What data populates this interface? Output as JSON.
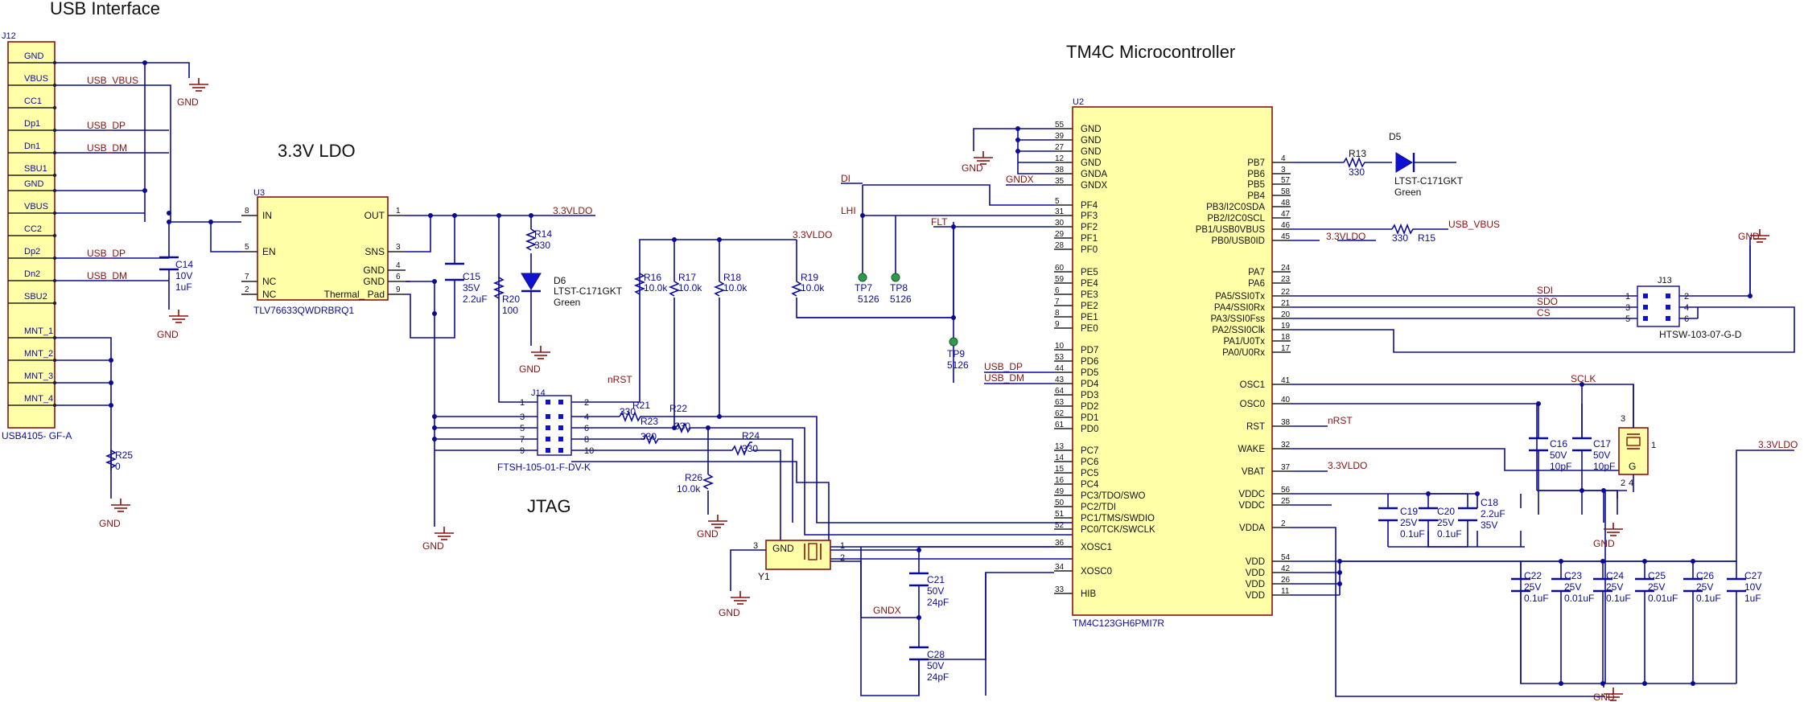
{
  "titles": {
    "usb": "USB Interface",
    "ldo": "3.3V LDO",
    "jtag": "JTAG",
    "mcu": "TM4C Microcontroller"
  },
  "J12": {
    "ref": "J12",
    "part": "USB4105- GF-A",
    "pins": [
      "GND",
      "VBUS",
      "CC1",
      "Dp1",
      "Dn1",
      "SBU1",
      "GND",
      "VBUS",
      "CC2",
      "Dp2",
      "Dn2",
      "SBU2",
      "MNT_1",
      "MNT_2",
      "MNT_3",
      "MNT_4"
    ]
  },
  "nets": {
    "usb_vbus": "USB_VBUS",
    "usb_dp": "USB_DP",
    "usb_dm": "USB_DM",
    "gnd": "GND",
    "v33": "3.3VLDO",
    "gndx": "GNDX",
    "nrst": "nRST",
    "di": "DI",
    "lhi": "LHI",
    "flt": "FLT",
    "sdi": "SDI",
    "sdo": "SDO",
    "cs": "CS",
    "sclk": "SCLK",
    "usb_dp_pd": "USB_DP",
    "usb_dm_pd": "USB_DM",
    "nrst_mcu": "nRST"
  },
  "U3": {
    "ref": "U3",
    "part": "TLV76633QWDRBRQ1",
    "left_pins": [
      {
        "num": "8",
        "name": "IN"
      },
      {
        "num": "5",
        "name": "EN"
      },
      {
        "num": "7",
        "name": "NC"
      },
      {
        "num": "2",
        "name": "NC"
      }
    ],
    "right_pins": [
      {
        "num": "1",
        "name": "OUT"
      },
      {
        "num": "3",
        "name": "SNS"
      },
      {
        "num": "4",
        "name": "GND"
      },
      {
        "num": "6",
        "name": "GND"
      },
      {
        "num": "9",
        "name": "Thermal_ Pad"
      }
    ]
  },
  "passives": {
    "C14": {
      "ref": "C14",
      "v1": "10V",
      "v2": "1uF"
    },
    "C15": {
      "ref": "C15",
      "v1": "35V",
      "v2": "2.2uF"
    },
    "R14": {
      "ref": "R14",
      "v1": "330"
    },
    "R20": {
      "ref": "R20",
      "v1": "100"
    },
    "R25": {
      "ref": "R25",
      "v1": "0"
    },
    "R16": {
      "ref": "R16",
      "v1": "10.0k"
    },
    "R17": {
      "ref": "R17",
      "v1": "10.0k"
    },
    "R18": {
      "ref": "R18",
      "v1": "10.0k"
    },
    "R19": {
      "ref": "R19",
      "v1": "10.0k"
    },
    "R21": {
      "ref": "R21",
      "v1": "330"
    },
    "R22": {
      "ref": "R22",
      "v1": "330"
    },
    "R23": {
      "ref": "R23",
      "v1": "330"
    },
    "R24": {
      "ref": "R24",
      "v1": "330"
    },
    "R26": {
      "ref": "R26",
      "v1": "10.0k"
    },
    "R13": {
      "ref": "R13",
      "v1": "330"
    },
    "R15": {
      "ref": "R15",
      "v1": "330"
    },
    "C16": {
      "ref": "C16",
      "v1": "50V",
      "v2": "10pF"
    },
    "C17": {
      "ref": "C17",
      "v1": "50V",
      "v2": "10pF"
    },
    "C18": {
      "ref": "C18",
      "v1": "2.2uF",
      "v2": "35V"
    },
    "C19": {
      "ref": "C19",
      "v1": "25V",
      "v2": "0.1uF"
    },
    "C20": {
      "ref": "C20",
      "v1": "25V",
      "v2": "0.1uF"
    },
    "C21": {
      "ref": "C21",
      "v1": "50V",
      "v2": "24pF"
    },
    "C28": {
      "ref": "C28",
      "v1": "50V",
      "v2": "24pF"
    },
    "C22": {
      "ref": "C22",
      "v1": "25V",
      "v2": "0.1uF"
    },
    "C23": {
      "ref": "C23",
      "v1": "25V",
      "v2": "0.01uF"
    },
    "C24": {
      "ref": "C24",
      "v1": "25V",
      "v2": "0.1uF"
    },
    "C25": {
      "ref": "C25",
      "v1": "25V",
      "v2": "0.01uF"
    },
    "C26": {
      "ref": "C26",
      "v1": "25V",
      "v2": "0.1uF"
    },
    "C27": {
      "ref": "C27",
      "v1": "10V",
      "v2": "1uF"
    }
  },
  "D6": {
    "ref": "D6",
    "part": "LTST-C171GKT",
    "color": "Green"
  },
  "D5": {
    "ref": "D5",
    "part": "LTST-C171GKT",
    "color": "Green"
  },
  "testpoints": {
    "TP7": {
      "ref": "TP7",
      "v": "5126"
    },
    "TP8": {
      "ref": "TP8",
      "v": "5126"
    },
    "TP9": {
      "ref": "TP9",
      "v": "5126"
    }
  },
  "J14": {
    "ref": "J14",
    "part": "FTSH-105-01-F-DV-K",
    "left": [
      "1",
      "3",
      "5",
      "7",
      "9"
    ],
    "right": [
      "2",
      "4",
      "6",
      "8",
      "10"
    ]
  },
  "J13": {
    "ref": "J13",
    "part": "HTSW-103-07-G-D",
    "left": [
      "1",
      "3",
      "5"
    ],
    "right": [
      "2",
      "4",
      "6"
    ]
  },
  "Y1": {
    "ref": "Y1",
    "inner": "GND",
    "p1": "1",
    "p2": "2",
    "p3": "3"
  },
  "Y2": {
    "p1": "1",
    "p3": "3",
    "p2": "2",
    "p4": "4",
    "g": "G"
  },
  "U2": {
    "ref": "U2",
    "part": "TM4C123GH6PMI7R",
    "left_pins": [
      {
        "num": "55",
        "name": "GND"
      },
      {
        "num": "39",
        "name": "GND"
      },
      {
        "num": "27",
        "name": "GND"
      },
      {
        "num": "12",
        "name": "GND"
      },
      {
        "num": "38",
        "name": "GNDA"
      },
      {
        "num": "35",
        "name": "GNDX"
      },
      {
        "num": "5",
        "name": "PF4"
      },
      {
        "num": "31",
        "name": "PF3"
      },
      {
        "num": "30",
        "name": "PF2"
      },
      {
        "num": "29",
        "name": "PF1"
      },
      {
        "num": "28",
        "name": "PF0"
      },
      {
        "num": "60",
        "name": "PE5"
      },
      {
        "num": "59",
        "name": "PE4"
      },
      {
        "num": "6",
        "name": "PE3"
      },
      {
        "num": "7",
        "name": "PE2"
      },
      {
        "num": "8",
        "name": "PE1"
      },
      {
        "num": "9",
        "name": "PE0"
      },
      {
        "num": "10",
        "name": "PD7"
      },
      {
        "num": "53",
        "name": "PD6"
      },
      {
        "num": "44",
        "name": "PD5"
      },
      {
        "num": "43",
        "name": "PD4"
      },
      {
        "num": "64",
        "name": "PD3"
      },
      {
        "num": "63",
        "name": "PD2"
      },
      {
        "num": "62",
        "name": "PD1"
      },
      {
        "num": "61",
        "name": "PD0"
      },
      {
        "num": "13",
        "name": "PC7"
      },
      {
        "num": "14",
        "name": "PC6"
      },
      {
        "num": "15",
        "name": "PC5"
      },
      {
        "num": "16",
        "name": "PC4"
      },
      {
        "num": "49",
        "name": "PC3/TDO/SWO"
      },
      {
        "num": "50",
        "name": "PC2/TDI"
      },
      {
        "num": "51",
        "name": "PC1/TMS/SWDIO"
      },
      {
        "num": "52",
        "name": "PC0/TCK/SWCLK"
      },
      {
        "num": "36",
        "name": "XOSC1"
      },
      {
        "num": "34",
        "name": "XOSC0"
      },
      {
        "num": "33",
        "name": "HIB"
      }
    ],
    "right_pins": [
      {
        "num": "4",
        "name": "PB7"
      },
      {
        "num": "3",
        "name": "PB6"
      },
      {
        "num": "57",
        "name": "PB5"
      },
      {
        "num": "58",
        "name": "PB4"
      },
      {
        "num": "48",
        "name": "PB3/I2C0SDA"
      },
      {
        "num": "47",
        "name": "PB2/I2C0SCL"
      },
      {
        "num": "46",
        "name": "PB1/USB0VBUS"
      },
      {
        "num": "45",
        "name": "PB0/USB0ID"
      },
      {
        "num": "24",
        "name": "PA7"
      },
      {
        "num": "23",
        "name": "PA6"
      },
      {
        "num": "22",
        "name": "PA5/SSI0Tx"
      },
      {
        "num": "21",
        "name": "PA4/SSI0Rx"
      },
      {
        "num": "20",
        "name": "PA3/SSI0Fss"
      },
      {
        "num": "19",
        "name": "PA2/SSI0Clk"
      },
      {
        "num": "18",
        "name": "PA1/U0Tx"
      },
      {
        "num": "17",
        "name": "PA0/U0Rx"
      },
      {
        "num": "41",
        "name": "OSC1"
      },
      {
        "num": "40",
        "name": "OSC0"
      },
      {
        "num": "38",
        "name": "RST"
      },
      {
        "num": "32",
        "name": "WAKE"
      },
      {
        "num": "37",
        "name": "VBAT"
      },
      {
        "num": "56",
        "name": "VDDC"
      },
      {
        "num": "25",
        "name": "VDDC"
      },
      {
        "num": "2",
        "name": "VDDA"
      },
      {
        "num": "54",
        "name": "VDD"
      },
      {
        "num": "42",
        "name": "VDD"
      },
      {
        "num": "26",
        "name": "VDD"
      },
      {
        "num": "11",
        "name": "VDD"
      }
    ]
  }
}
